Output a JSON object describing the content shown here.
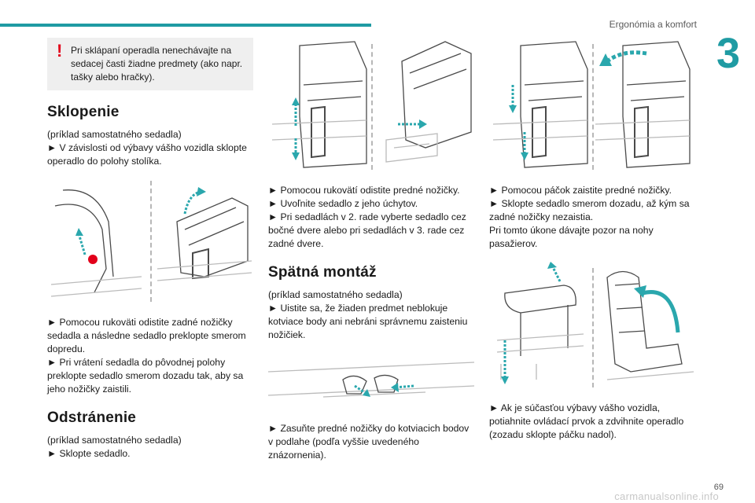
{
  "header": {
    "section_title": "Ergonómia a komfort",
    "chapter_number": "3"
  },
  "warning": {
    "icon": "exclamation-icon",
    "text": "Pri sklápaní operadla nenechávajte na sedacej časti žiadne predmety (ako napr. tašky alebo hračky)."
  },
  "sklopenie": {
    "title": "Sklopenie",
    "lines": [
      "(príklad samostatného sedadla)",
      "► V závislosti od výbavy vášho vozidla sklopte operadlo do polohy stolíka."
    ],
    "caption": [
      "► Pomocou rukoväti odistite zadné nožičky sedadla a následne sedadlo preklopte smerom dopredu.",
      "► Pri vrátení sedadla do pôvodnej polohy preklopte sedadlo smerom dozadu tak, aby sa jeho nožičky zaistili."
    ]
  },
  "odstranenie": {
    "title": "Odstránenie",
    "lines": [
      "(príklad samostatného sedadla)",
      "► Sklopte sedadlo."
    ],
    "caption": [
      "► Pomocou rukovätí odistite predné nožičky.",
      "► Uvoľnite sedadlo z jeho úchytov.",
      "► Pri sedadlách v 2. rade vyberte sedadlo cez bočné dvere alebo pri sedadlách v 3. rade cez zadné dvere."
    ]
  },
  "spatna_montaz": {
    "title": "Spätná montáž",
    "lines": [
      "(príklad samostatného sedadla)",
      "► Uistite sa, že žiaden predmet neblokuje kotviace body ani nebráni správnemu zaisteniu nožičiek."
    ],
    "caption": [
      "► Zasuňte predné nožičky do kotviacich bodov v podlahe (podľa vyššie uvedeného znázornenia)."
    ]
  },
  "col3": {
    "caption1": [
      "► Pomocou páčok zaistite predné nožičky.",
      "► Sklopte sedadlo smerom dozadu, až kým sa zadné nožičky nezaistia.",
      "Pri tomto úkone dávajte pozor na nohy pasažierov."
    ],
    "caption2": [
      "► Ak je súčasťou výbavy vášho vozidla, potiahnite ovládací prvok a zdvihnite operadlo (zozadu sklopte páčku nadol)."
    ]
  },
  "footer": {
    "page_number": "69",
    "watermark": "carmanualsonline.info"
  },
  "colors": {
    "accent": "#1f9ba3",
    "warning": "#e2001a",
    "arrow": "#2aa7ad"
  }
}
